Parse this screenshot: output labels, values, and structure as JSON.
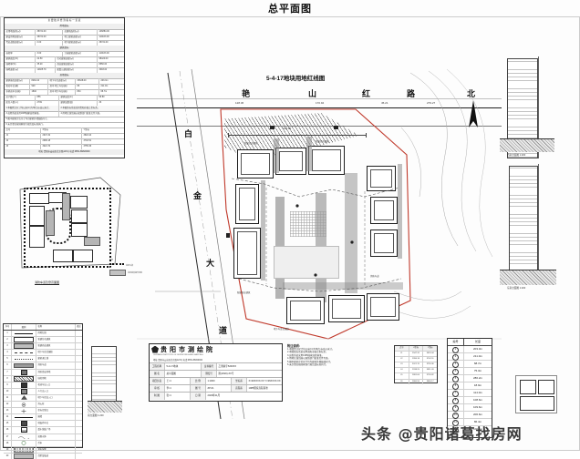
{
  "sheet": {
    "title": "总平面图",
    "watermark": "头条 @贵阳诸葛找房网"
  },
  "site_plan": {
    "parcel_title": "5-4-17地块用地红线图",
    "north_label": "北",
    "roads": [
      {
        "name": "艳山红路",
        "chars": [
          "艳",
          "山",
          "红",
          "路"
        ],
        "orientation": "horizontal"
      },
      {
        "name": "白金大道",
        "chars": [
          "白",
          "金",
          "大",
          "道"
        ],
        "orientation": "vertical"
      }
    ],
    "dimension_labels": [
      "128.36",
      "170.94",
      "45.21",
      "279.27",
      "218.00"
    ],
    "inset_caption": "消防车道及登高面图",
    "inset_legend": [
      {
        "label": "消防车道",
        "swatch": "dotted-black"
      },
      {
        "label": "消防登高操作场地",
        "swatch": "grey-fill"
      }
    ]
  },
  "econ_table": {
    "caption": "主 要 技 术 经 济 指 标 一 览 表",
    "section_headers": [
      "用地指标",
      "建筑指标",
      "其他指标"
    ],
    "rows": [
      [
        "总用地面积(㎡)",
        "36721.00",
        "总建筑面积(㎡)",
        "146884.00"
      ],
      [
        "建设用地面积(㎡)",
        "36721.00",
        "地上建筑面积(㎡)",
        "110163.00"
      ],
      [
        "代征道路面积(㎡)",
        "0.00",
        "地下建筑面积(㎡)",
        "36721.00"
      ],
      [
        "容积率",
        "3.00",
        "计容建筑面积(㎡)",
        "110163.00"
      ],
      [
        "建筑密度(%)",
        "22.50",
        "住宅建筑面积(㎡)",
        "98420.00"
      ],
      [
        "绿地率(%)",
        "35.20",
        "商业建筑面积(㎡)",
        "8650.00"
      ],
      [
        "绿地面积(㎡)",
        "12925.79",
        "配套公建面积(㎡)",
        "3093.00"
      ],
      [
        "建筑基底面积(㎡)",
        "8262.22",
        "地下车库面积(㎡)",
        "33628.00"
      ],
      [
        "机动车位(辆)",
        "920",
        "其中:地上车位(辆)",
        "86"
      ],
      [
        "非机动车位(辆)",
        "1840",
        "其中:地下车位(辆)",
        "834"
      ],
      [
        "总户数(户)",
        "856",
        "建筑高度(m)",
        "99.80"
      ],
      [
        "居住人数(人)",
        "2739",
        "建筑层数(层)",
        "33"
      ]
    ]
  },
  "legend_table": {
    "headers": [
      "序号",
      "图例",
      "名称",
      "备注"
    ],
    "rows": [
      {
        "no": "1",
        "symbol": "solid-line",
        "label": "用地红线"
      },
      {
        "no": "2",
        "symbol": "outline-box",
        "label": "新建住宅建筑"
      },
      {
        "no": "3",
        "symbol": "fill-box",
        "label": "新建商业建筑"
      },
      {
        "no": "4",
        "symbol": "dashed-line",
        "label": "地下车库范围线"
      },
      {
        "no": "5",
        "symbol": "dotted-line",
        "label": "建筑退让线"
      },
      {
        "no": "6",
        "symbol": "grey-band",
        "label": "消防车道"
      },
      {
        "no": "7",
        "symbol": "dot-pattern",
        "label": "消防登高场地"
      },
      {
        "no": "8",
        "symbol": "hatch",
        "label": "绿化用地"
      },
      {
        "no": "9",
        "symbol": "square-dark",
        "label": "机动车出入口"
      },
      {
        "no": "10",
        "symbol": "square-mid",
        "label": "人行出入口"
      },
      {
        "no": "11",
        "symbol": "triangle",
        "label": "地下车库出入口"
      },
      {
        "no": "12",
        "symbol": "circle-dot",
        "label": "消火栓"
      },
      {
        "no": "13",
        "symbol": "cross",
        "label": "坐标控制点"
      },
      {
        "no": "14",
        "symbol": "solid-dark",
        "label": "围墙"
      },
      {
        "no": "15",
        "symbol": "fill-dark",
        "label": "地面停车位"
      },
      {
        "no": "16",
        "symbol": "grid",
        "label": "透水铺装广场"
      },
      {
        "no": "17",
        "symbol": "wave",
        "label": "景观水体"
      },
      {
        "no": "18",
        "symbol": "tree",
        "label": "乔木"
      },
      {
        "no": "19",
        "symbol": "shrub",
        "label": "灌木绿篱"
      },
      {
        "no": "20",
        "symbol": "step",
        "label": "台阶及坡道"
      }
    ]
  },
  "title_block": {
    "company": "贵阳市测绘院",
    "company_en": "GUIYANG INSTITUTE OF SURVEYING AND MAPPING",
    "address": "地址:贵阳市云岩区北京路123号  电话:0851-86820000",
    "fields": [
      {
        "label": "工程名称",
        "value": "5-4-17地块"
      },
      {
        "label": "证书编号",
        "value": "乙测资字5200XX"
      },
      {
        "label": "图  名",
        "value": "总平面图"
      },
      {
        "label": "测绘号",
        "value": "黔(2020)-XX号"
      },
      {
        "label": "项目负责",
        "value": "王××"
      },
      {
        "label": "比  例",
        "value": "1:1000"
      },
      {
        "label": "审  核",
        "value": "李××"
      },
      {
        "label": "图  号",
        "value": "ZP-01"
      },
      {
        "label": "制  图",
        "value": "张××"
      },
      {
        "label": "日  期",
        "value": "2020年11月"
      },
      {
        "label": "坐标系",
        "value": "X=29XXXX.XX  Y=36XXXX.XX"
      },
      {
        "label": "高程系",
        "value": "1985国家高程基准"
      }
    ]
  },
  "notes": {
    "title": "附注说明:",
    "items": [
      "1.本图所注尺寸均以米(m)为单位,标高以米计。",
      "2.本图坐标系统采用贵阳市独立坐标系。",
      "3.高程系统采用1985国家高程基准。",
      "4.用地红线范围以规划部门批准文件为准。",
      "5.图中建筑定位尺寸均为建筑外墙轴线尺寸。",
      "6.未尽事宜按国家现行规范及标准执行。"
    ]
  },
  "coord_table": {
    "headers": [
      "点号",
      "X坐标",
      "Y坐标"
    ],
    "rows": [
      [
        "J1",
        "2947.32",
        "3618.44"
      ],
      [
        "J2",
        "2996.18",
        "3702.51"
      ],
      [
        "J3",
        "3021.70",
        "3755.36"
      ],
      [
        "J4",
        "2938.25",
        "3811.09"
      ],
      [
        "J5",
        "2881.64",
        "3726.82"
      ],
      [
        "J6",
        "2860.55",
        "3660.17"
      ]
    ]
  },
  "length_table": {
    "headers": [
      "编号",
      "长度"
    ],
    "rows": [
      {
        "no": "1",
        "value": "203.3m"
      },
      {
        "no": "2",
        "value": "211.0m"
      },
      {
        "no": "3",
        "value": "68.7m"
      },
      {
        "no": "4",
        "value": "75.3m"
      },
      {
        "no": "5",
        "value": "286.2m"
      },
      {
        "no": "6",
        "value": "18.9m"
      },
      {
        "no": "7",
        "value": "114.0m"
      },
      {
        "no": "8",
        "value": "108.6m"
      },
      {
        "no": "9",
        "value": "109.6m"
      },
      {
        "no": "10",
        "value": "206.6m"
      },
      {
        "no": "11",
        "value": "86.4m"
      },
      {
        "no": "12",
        "value": "100.6m"
      }
    ]
  },
  "sections": [
    {
      "caption": "西南立面图 1:200"
    },
    {
      "caption": "东南立面图 1:200"
    },
    {
      "caption": "南立面图 1:200"
    }
  ],
  "colors": {
    "red_line": "#c0392b",
    "line": "#1e1e1e",
    "grey": "#8e8e8e",
    "paper": "#fdfdfd"
  }
}
